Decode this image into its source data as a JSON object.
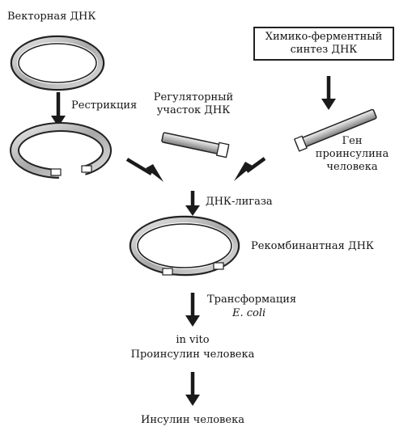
{
  "labels": {
    "vector_dna": "Векторная ДНК",
    "restriction": "Рестрикция",
    "regulatory_line1": "Регуляторный",
    "regulatory_line2": "участок ДНК",
    "chem_synth_line1": "Химико-ферментный",
    "chem_synth_line2": "синтез ДНК",
    "gene_line1": "Ген",
    "gene_line2": "проинсулина",
    "gene_line3": "человека",
    "ligase": "ДНК-лигаза",
    "recombinant_dna": "Рекомбинантная ДНК",
    "transformation": "Трансформация",
    "ecoli": "E. coli",
    "in_vito": "in vito",
    "proinsulin": "Проинсулин человека",
    "insulin": "Инсулин человека"
  },
  "colors": {
    "ring_outer": "#2b2b2b",
    "ring_fill": "#bdbdbd",
    "arrow": "#1a1a1a"
  }
}
